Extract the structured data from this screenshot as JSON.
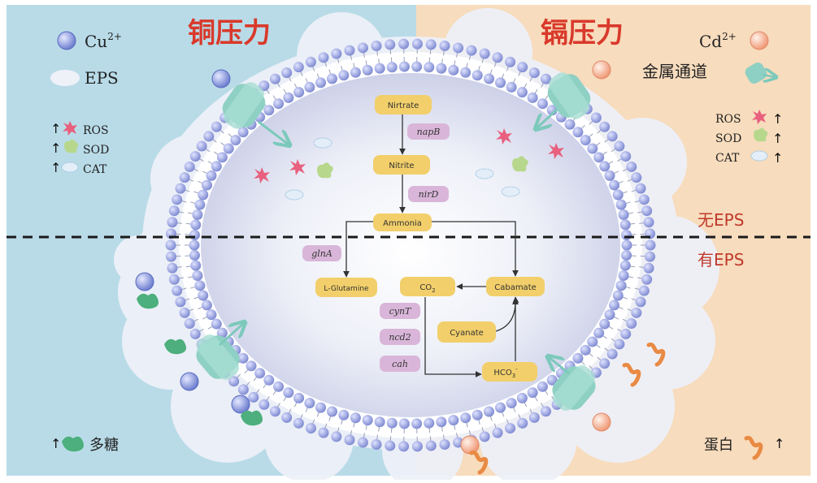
{
  "headers": {
    "left": "铜压力",
    "right": "镉压力"
  },
  "legend_left": {
    "cu_label": "Cu",
    "cu_sup": "2+",
    "eps_label": "EPS",
    "ros": "ROS",
    "sod": "SOD",
    "cat": "CAT",
    "arrow": "↑",
    "polysaccharide": "多糖"
  },
  "legend_right": {
    "cd_label": "Cd",
    "cd_sup": "2+",
    "metal_channel": "金属通道",
    "ros": "ROS",
    "sod": "SOD",
    "cat": "CAT",
    "arrow": "↑",
    "protein": "蛋白"
  },
  "divider": {
    "no_eps": "无EPS",
    "with_eps": "有EPS"
  },
  "pathway": {
    "nitrate": "Nirtrate",
    "napB": "napB",
    "nitrite": "Nitrite",
    "nirD": "nirD",
    "ammonia": "Ammonia",
    "glnA": "glnA",
    "glutamine": "L-Glutamine",
    "co2": "CO",
    "co2_sub": "2",
    "cabamate": "Cabamate",
    "cynT": "cynT",
    "ncd2": "ncd2",
    "cah": "cah",
    "cyanate": "Cyanate",
    "hco3": "HCO",
    "hco3_sub": "3",
    "hco3_sup": "-"
  },
  "colors": {
    "left_bg": "#b9dbe8",
    "right_bg": "#f7dcbd",
    "header_red": "#d9392b",
    "node_fill": "#f2cf6a",
    "gene_fill": "#d9b6d9",
    "channel": "#8fd0c4",
    "cu_ball": "#7f8fd6",
    "cd_ball": "#f2a98a",
    "membrane_head": "#8a96d8",
    "ros": "#e8607e",
    "sod": "#b7d88c",
    "cat": "#cfe3f2",
    "protein": "#e98a44"
  }
}
